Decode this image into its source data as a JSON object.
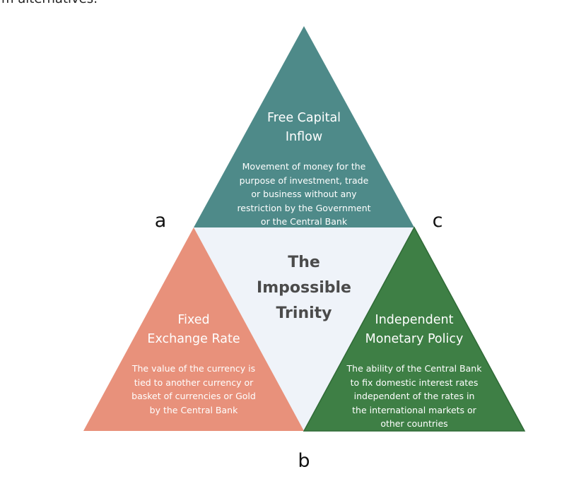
{
  "header_cutoff": "m alternatives:",
  "colors": {
    "top": "#4e8a89",
    "left": "#e8917b",
    "right": "#3e7f45",
    "center": "#eff3f9"
  },
  "center_title": [
    "The",
    "Impossible",
    "Trinity"
  ],
  "vertex_labels": {
    "a": "a",
    "b": "b",
    "c": "c"
  },
  "top": {
    "title": [
      "Free Capital",
      "Inflow"
    ],
    "description": [
      "Movement of money for the",
      "purpose of investment, trade",
      "or business without any",
      "restriction by the Government",
      "or the Central Bank"
    ]
  },
  "left": {
    "title": [
      "Fixed",
      "Exchange Rate"
    ],
    "description": [
      "The value of the currency is",
      "tied to another currency or",
      "basket of currencies or Gold",
      "by the Central Bank"
    ]
  },
  "right": {
    "title": [
      "Independent",
      "Monetary Policy"
    ],
    "description": [
      "The ability of the Central Bank",
      "to fix domestic interest rates",
      "independent of the rates in",
      "the international markets or",
      "other countries"
    ]
  }
}
